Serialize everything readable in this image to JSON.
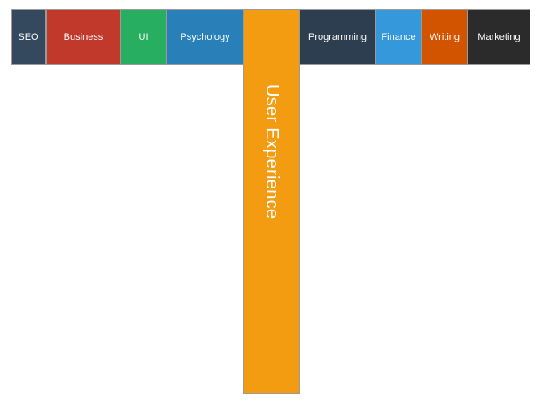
{
  "menu": {
    "items": [
      {
        "label": "SEO",
        "color": "#34495e"
      },
      {
        "label": "Business",
        "color": "#c0392b"
      },
      {
        "label": "UI",
        "color": "#27ae60"
      },
      {
        "label": "Psychology",
        "color": "#2980b9"
      },
      {
        "label": "User Experience",
        "color": "#f39c12",
        "expanded": true
      },
      {
        "label": "Programming",
        "color": "#2c3e50"
      },
      {
        "label": "Finance",
        "color": "#3498db"
      },
      {
        "label": "Writing",
        "color": "#d35400"
      },
      {
        "label": "Marketing",
        "color": "#2b2b2b"
      }
    ]
  }
}
